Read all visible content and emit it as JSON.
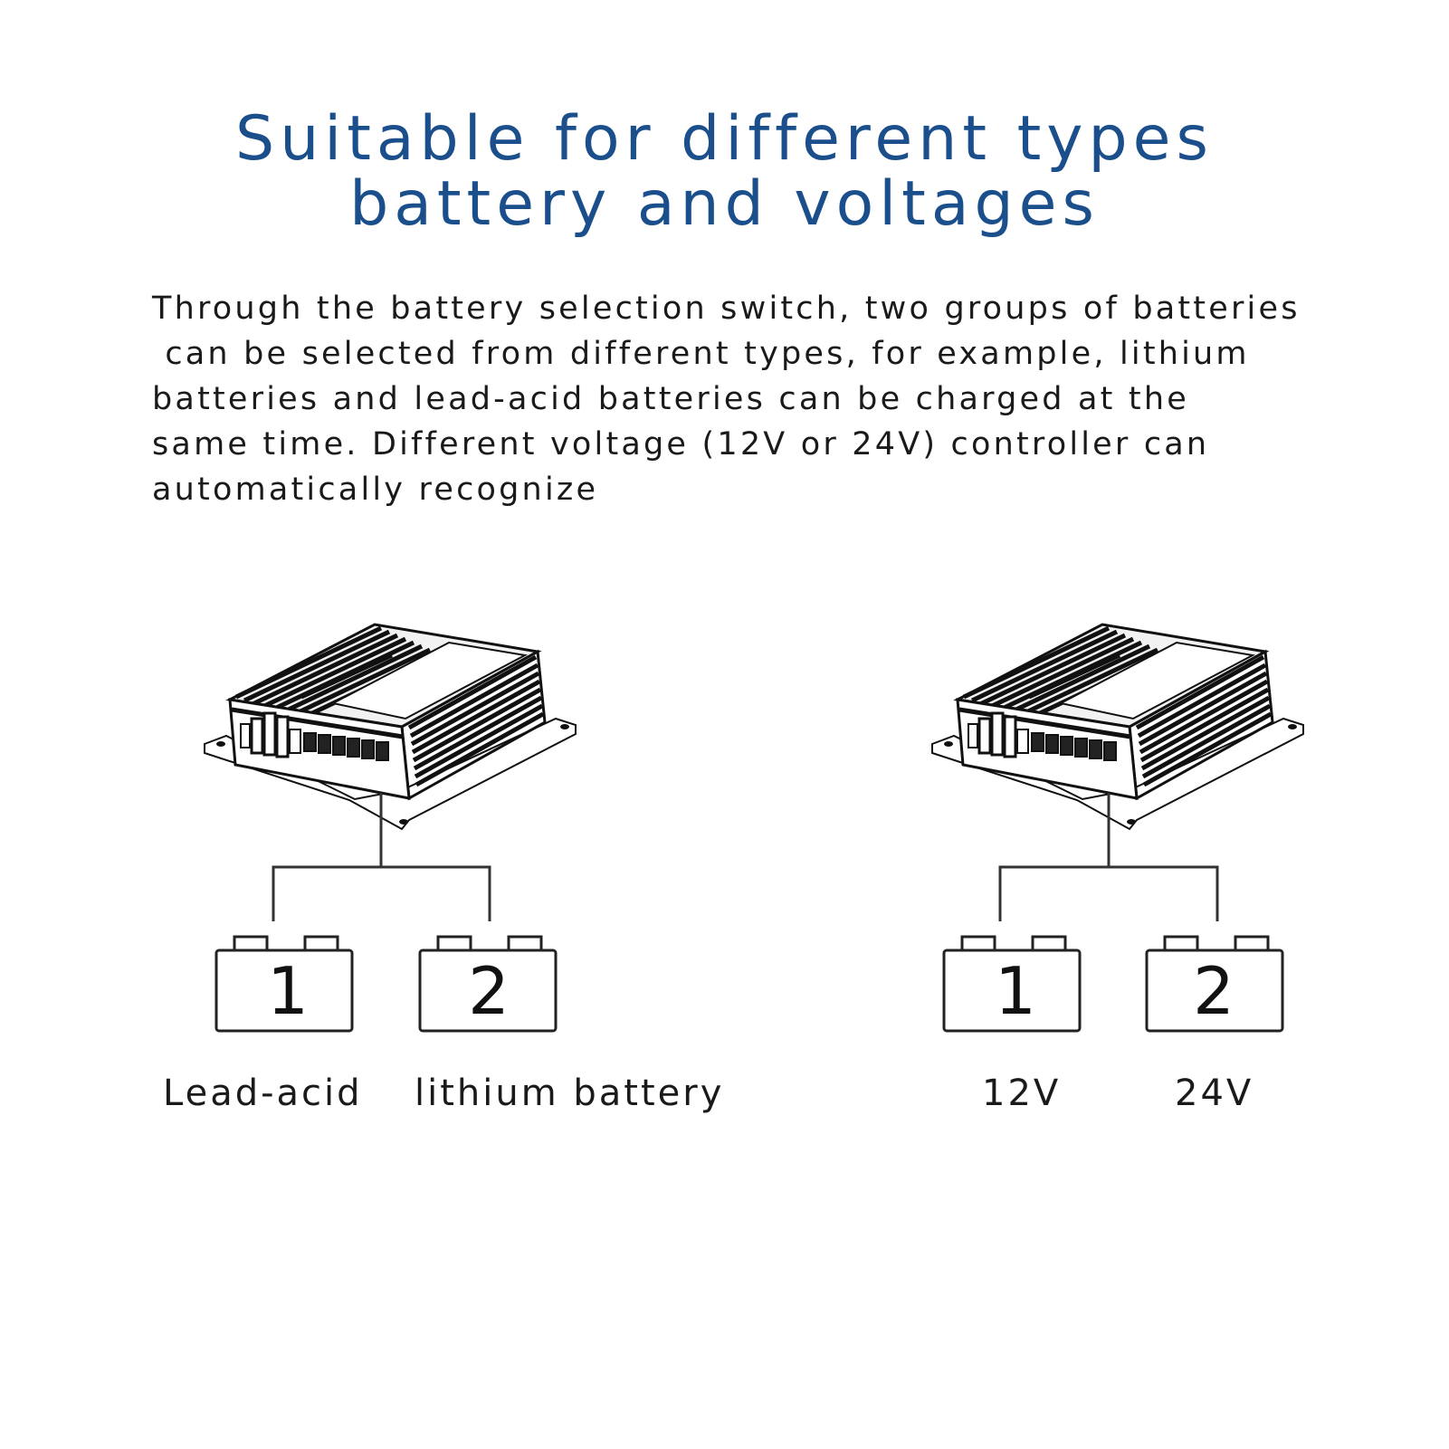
{
  "title": {
    "line1": "Suitable for different types",
    "line2": "battery and voltages"
  },
  "description": {
    "lines": [
      "Through the battery selection switch, two groups of batteries",
      " can be selected from different types, for example, lithium",
      "batteries and lead-acid batteries can be charged at the",
      "same time. Different voltage (12V or 24V) controller can",
      "automatically recognize"
    ]
  },
  "left_group": {
    "battery_1_number": "1",
    "battery_2_number": "2",
    "label_1": "Lead-acid",
    "label_2": "lithium battery"
  },
  "right_group": {
    "battery_1_number": "1",
    "battery_2_number": "2",
    "label_1": "12V",
    "label_2": "24V"
  },
  "colors": {
    "title": "#1b4f8c",
    "text": "#1a1a1a",
    "line": "#333333"
  },
  "icons": [
    "controller-device-icon",
    "battery-icon"
  ]
}
